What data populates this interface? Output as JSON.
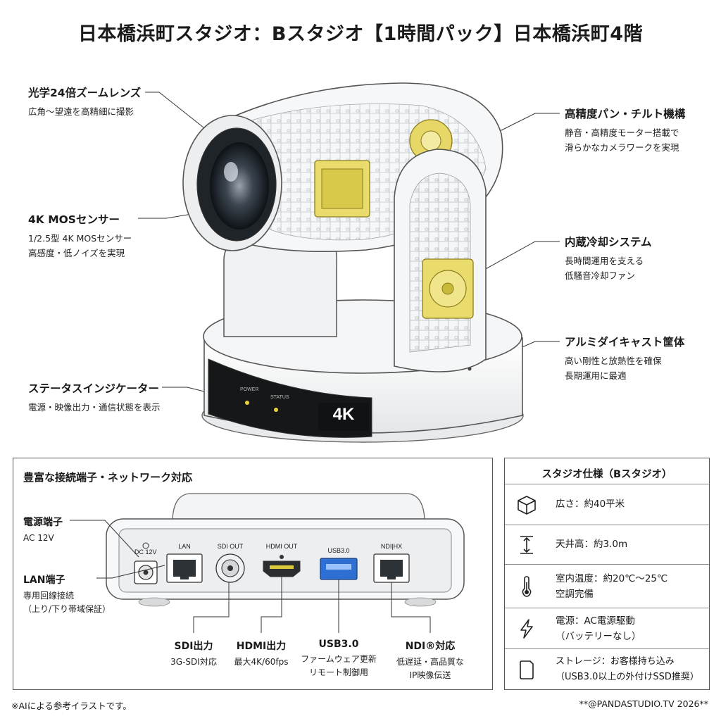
{
  "title": "日本橋浜町スタジオ：Bスタジオ【1時間パック】日本橋浜町4階",
  "camera": {
    "badge_4k": "4K",
    "callouts": [
      {
        "title": "光学24倍ズームレンズ",
        "desc": [
          "広角〜望遠を高精細に撮影"
        ]
      },
      {
        "title": "4K MOSセンサー",
        "desc": [
          "1/2.5型 4K MOSセンサー",
          "高感度・低ノイズを実現"
        ]
      },
      {
        "title": "ステータスインジケーター",
        "desc": [
          "電源・映像出力・通信状態を表示"
        ]
      },
      {
        "title": "高精度パン・チルト機構",
        "desc": [
          "静音・高精度モーター搭載で",
          "滑らかなカメラワークを実現"
        ]
      },
      {
        "title": "内蔵冷却システム",
        "desc": [
          "長時間運用を支える",
          "低騒音冷却ファン"
        ]
      },
      {
        "title": "アルミダイキャスト筐体",
        "desc": [
          "高い剛性と放熱性を確保",
          "長期運用に最適"
        ]
      }
    ]
  },
  "connections": {
    "title": "豊富な接続端子・ネットワーク対応",
    "port_labels": {
      "dc": "DC 12V",
      "lan": "LAN",
      "sdi": "SDI OUT",
      "hdmi": "HDMI OUT",
      "usb": "USB3.0",
      "ndi": "NDI|HX"
    },
    "side": [
      {
        "title": "電源端子",
        "desc": [
          "AC 12V"
        ]
      },
      {
        "title": "LAN端子",
        "desc": [
          "専用回線接続",
          "（上り/下り帯域保証）"
        ]
      }
    ],
    "bottom": [
      {
        "title": "SDI出力",
        "desc": [
          "3G-SDI対応"
        ]
      },
      {
        "title": "HDMI出力",
        "desc": [
          "最大4K/60fps"
        ]
      },
      {
        "title": "USB3.0",
        "desc": [
          "ファームウェア更新",
          "リモート制御用"
        ]
      },
      {
        "title": "NDI®対応",
        "desc": [
          "低遅延・高品質な",
          "IP映像伝送"
        ]
      }
    ]
  },
  "specs": {
    "title": "スタジオ仕様（Bスタジオ）",
    "rows": [
      {
        "icon": "cube-icon",
        "lines": [
          "広さ：約40平米"
        ]
      },
      {
        "icon": "ceiling-height-icon",
        "lines": [
          "天井高：約3.0m"
        ]
      },
      {
        "icon": "thermometer-icon",
        "lines": [
          "室内温度：約20℃〜25℃",
          "空調完備"
        ]
      },
      {
        "icon": "lightning-icon",
        "lines": [
          "電源：AC電源駆動",
          "（バッテリーなし）"
        ]
      },
      {
        "icon": "document-icon",
        "lines": [
          "ストレージ：お客様持ち込み",
          "（USB3.0以上の外付けSSD推奨）"
        ]
      }
    ]
  },
  "footer": {
    "note": "※AIによる参考イラストです。",
    "copyright": "**@PANDASTUDIO.TV 2026**"
  }
}
